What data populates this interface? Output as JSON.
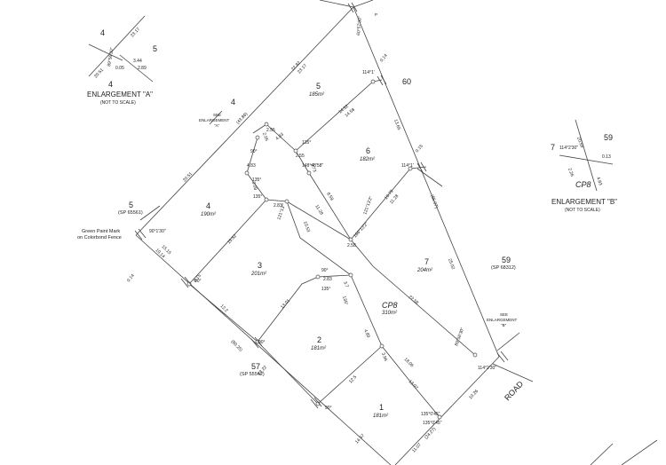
{
  "lots": [
    {
      "id": "lot-1",
      "number": "1",
      "area": "181m²"
    },
    {
      "id": "lot-2",
      "number": "2",
      "area": "181m²"
    },
    {
      "id": "lot-3",
      "number": "3",
      "area": "201m²"
    },
    {
      "id": "lot-4",
      "number": "4",
      "area": "190m²"
    },
    {
      "id": "lot-5",
      "number": "5",
      "area": "185m²"
    },
    {
      "id": "lot-6",
      "number": "6",
      "area": "182m²"
    },
    {
      "id": "lot-7",
      "number": "7",
      "area": "204m²"
    }
  ],
  "common_property": {
    "label": "CP8",
    "area": "310m²"
  },
  "neighbours": [
    {
      "number": "4",
      "plan": ""
    },
    {
      "number": "5",
      "plan": "(SP 65561)"
    },
    {
      "number": "57",
      "plan": "(SP 55542)"
    },
    {
      "number": "59",
      "plan": "(SP 68312)"
    },
    {
      "number": "60",
      "plan": ""
    }
  ],
  "road": "ROAD",
  "note": [
    "Green Paint Mark",
    "on Colorbond Fence"
  ],
  "see_enlargement_a": [
    "SEE",
    "ENLARGEMENT",
    "\"A\""
  ],
  "see_enlargement_b": [
    "SEE",
    "ENLARGEMENT",
    "\"B\""
  ],
  "enlargement_a": {
    "title": "ENLARGEMENT \"A\"",
    "subtitle": "(NOT TO SCALE)",
    "labels": [
      "4",
      "5",
      "4"
    ],
    "dims": [
      "23.17",
      "20.51",
      "0.05",
      "3.44",
      "2.89"
    ],
    "angle": "89°56'30\""
  },
  "enlargement_b": {
    "title": "ENLARGEMENT \"B\"",
    "subtitle": "(NOT TO SCALE)",
    "labels": [
      "7",
      "59",
      "CP8"
    ],
    "dims": [
      "20.59",
      "2.26",
      "4.83",
      "0.13"
    ],
    "angle": "114°2'30\""
  },
  "dimensions": {
    "d1": "22.82",
    "d2": "23.17",
    "d3": "(43.86)",
    "d4": "20.51",
    "d5": "15.52",
    "d6": "10.53",
    "d7": "13.01",
    "d8": "13.22",
    "d9": "14.57",
    "d10": "12.5",
    "d11": "13.07",
    "d12": "18.06",
    "d13": "22.58",
    "d14": "25.02",
    "d15": "(55.07)",
    "d16": "13.65",
    "d17": "14.52",
    "d18": "14.58",
    "d19": "10.79",
    "d20": "11.28",
    "d21": "4.83",
    "d22": "2.55",
    "d23": "2.83",
    "d24": "2.83",
    "d25": "2.58",
    "d26": "2.73",
    "d27": "8.59",
    "d28": "11.28",
    "d29": "3.08",
    "d30": "4.89",
    "d31": "3.96",
    "d32": "11.07",
    "d33": "(24.27)",
    "d34": "10.26",
    "d35": "(80.25)",
    "d36": "12.2",
    "d37": "10.14",
    "d38": "15.15",
    "d39": "2.05",
    "d40": "4.83",
    "d41": "3.7",
    "d42": "2.55",
    "d43": "0.14",
    "d44": "0.15",
    "d45": "0.15",
    "d46": "0.14"
  },
  "angles": {
    "a1": "90°1'30\"",
    "a2": "90°",
    "a3": "90°",
    "a4": "90°",
    "a5": "135°",
    "a6": "135°",
    "a7": "135°",
    "a8": "90°",
    "a9": "121°13'\"",
    "a10": "148°48'58\"",
    "a11": "166°13'2\"",
    "a12": "114°1'",
    "a13": "114°1'",
    "a14": "114°2'30\"",
    "a15": "135°0'45\"",
    "a16": "135°0'45\"",
    "a17": "89°56'30\"",
    "a18": "135°",
    "a19": "121°13'2\"",
    "a20": "90°",
    "a21": "60°57'30\"",
    "a22": "135°"
  },
  "markers": {
    "p": "P"
  }
}
